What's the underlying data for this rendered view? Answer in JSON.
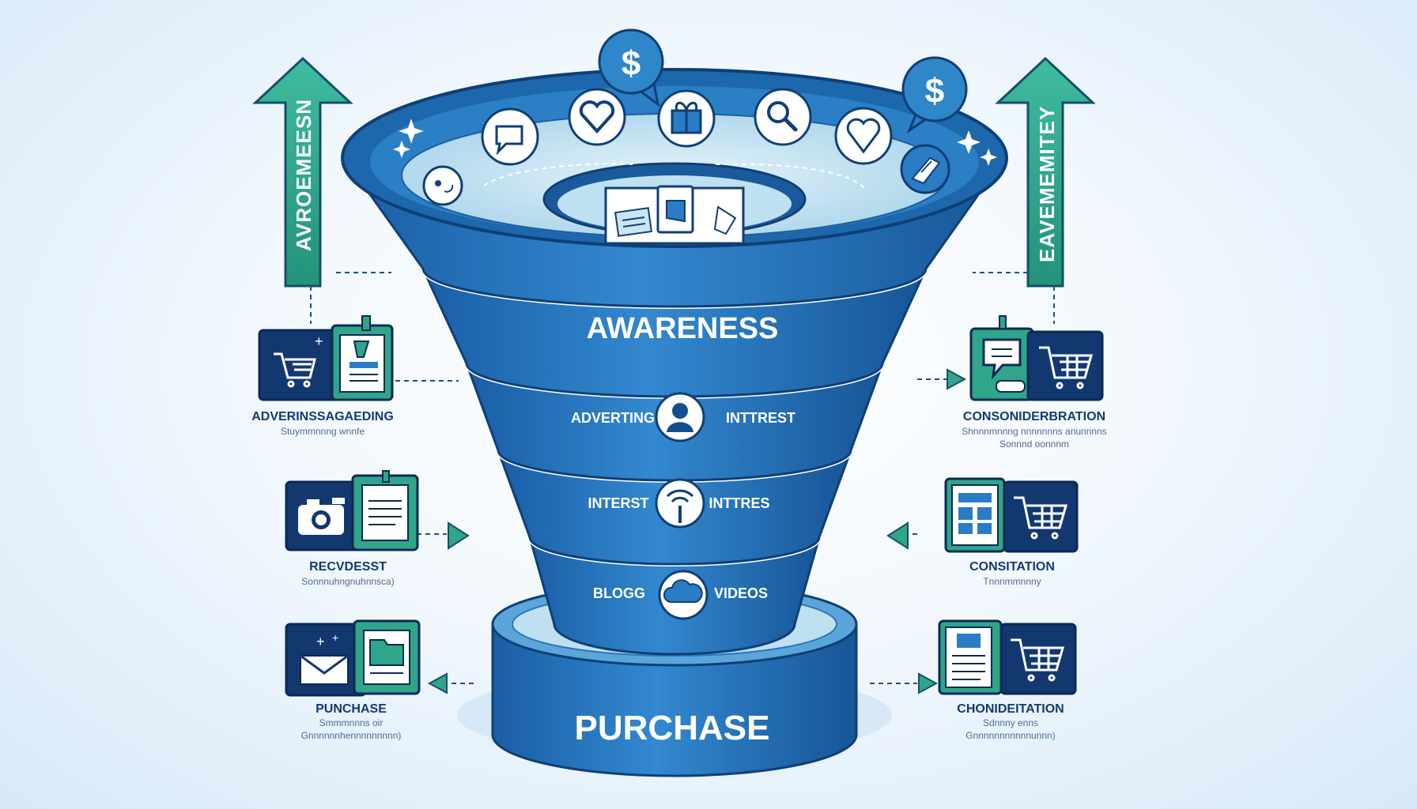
{
  "colors": {
    "funnel_dark": "#134e8e",
    "funnel_mid": "#2a7cc4",
    "funnel_light": "#c9e4f2",
    "teal": "#2fa58a",
    "navy": "#12386f",
    "background": "#eef6fc"
  },
  "side_arrows": {
    "left": "AVROEMEESN",
    "right": "EAVEMEMITEY"
  },
  "funnel": {
    "top_icons": [
      "chat-bubble-icon",
      "heart-icon",
      "gift-icon",
      "search-icon",
      "heart-icon",
      "tag-icon",
      "dollar-icon",
      "dollar-icon",
      "sparkle-icon"
    ],
    "stage_1": {
      "title": "AWARENESS"
    },
    "stage_2": {
      "left": "ADVERTING",
      "right": "INTTREST",
      "icon": "person-icon"
    },
    "stage_3": {
      "left": "INTERST",
      "right": "INTTRES",
      "icon": "signal-icon"
    },
    "stage_4": {
      "left": "BLOGG",
      "right": "VIDEOS",
      "icon": "cloud-icon"
    },
    "base": {
      "title": "PURCHASE"
    }
  },
  "left_cards": [
    {
      "icon": "cart-icon",
      "doc": "badge-icon",
      "title": "ADVERINSSAGAEDING",
      "subtitle": "Stuymmnnng wnnfe"
    },
    {
      "icon": "camera-icon",
      "doc": "document-icon",
      "title": "RECVDESST",
      "subtitle": "Sonnnuhngnuhnnsca)"
    },
    {
      "icon": "envelope-icon",
      "doc": "folder-icon",
      "title": "PUNCHASE",
      "subtitle": "Smmmnnns oir",
      "subtitle2": "Gnnnnnnhennnnnnnnn)"
    }
  ],
  "right_cards": [
    {
      "icon": "chat-icon",
      "doc": "cart-icon",
      "title": "CONSONIDERBRATION",
      "subtitle": "Shnnnmnnng nnnnnnns anunnnns",
      "subtitle2": "Sonnnd oonnnm"
    },
    {
      "icon": "layout-icon",
      "doc": "cart-icon",
      "title": "CONSITATION",
      "subtitle": "Tnnnmmnnny"
    },
    {
      "icon": "document-icon",
      "doc": "cart-icon",
      "title": "CHONIDEITATION",
      "subtitle": "Sdnnny enns",
      "subtitle2": "Gnnnnnnnnnnnunnn)"
    }
  ]
}
